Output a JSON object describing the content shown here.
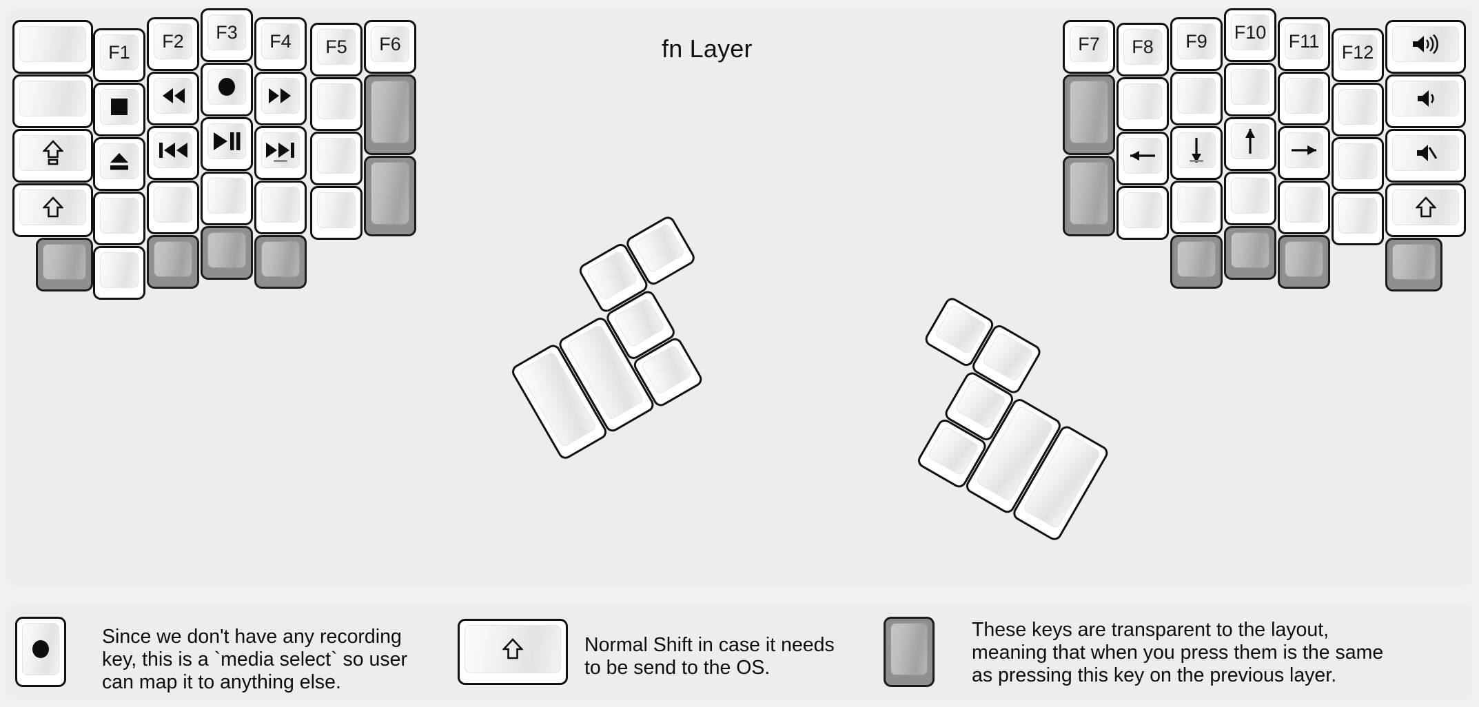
{
  "title": "fn Layer",
  "colors": {
    "background": "#f0f0f0",
    "panel": "#ededed",
    "key_face_light": "#f4f4f4",
    "key_border": "#111111",
    "transparent_key": "#8f8f8f",
    "legend_text": "#0d0d0d"
  },
  "left_half": {
    "columns": [
      {
        "name": "col-pinky-outer",
        "keys": [
          {
            "id": "l-c1-r1",
            "label": "",
            "icon": "",
            "type": "normal"
          },
          {
            "id": "l-c1-r2",
            "label": "",
            "icon": "",
            "type": "normal"
          },
          {
            "id": "l-c1-r3",
            "label": "",
            "icon": "caps-lock-arrow",
            "type": "normal"
          },
          {
            "id": "l-c1-r4",
            "label": "",
            "icon": "shift-arrow",
            "type": "normal"
          },
          {
            "id": "l-c1-r5",
            "label": "",
            "icon": "",
            "type": "transparent"
          }
        ]
      },
      {
        "name": "col-pinky",
        "keys": [
          {
            "id": "l-c2-r1",
            "label": "F1",
            "icon": "",
            "type": "normal"
          },
          {
            "id": "l-c2-r2",
            "label": "",
            "icon": "media-stop",
            "type": "normal"
          },
          {
            "id": "l-c2-r3",
            "label": "",
            "icon": "media-eject",
            "type": "normal"
          },
          {
            "id": "l-c2-r4",
            "label": "",
            "icon": "",
            "type": "normal"
          },
          {
            "id": "l-c2-r5",
            "label": "",
            "icon": "",
            "type": "normal"
          }
        ]
      },
      {
        "name": "col-ring",
        "keys": [
          {
            "id": "l-c3-r1",
            "label": "F2",
            "icon": "",
            "type": "normal"
          },
          {
            "id": "l-c3-r2",
            "label": "",
            "icon": "media-rewind",
            "type": "normal"
          },
          {
            "id": "l-c3-r3",
            "label": "",
            "icon": "media-prev-track",
            "type": "normal"
          },
          {
            "id": "l-c3-r4",
            "label": "",
            "icon": "",
            "type": "normal"
          },
          {
            "id": "l-c3-r5",
            "label": "",
            "icon": "",
            "type": "transparent"
          }
        ]
      },
      {
        "name": "col-middle",
        "keys": [
          {
            "id": "l-c4-r1",
            "label": "F3",
            "icon": "",
            "type": "normal"
          },
          {
            "id": "l-c4-r2",
            "label": "",
            "icon": "media-record",
            "type": "normal"
          },
          {
            "id": "l-c4-r3",
            "label": "",
            "icon": "media-play-pause",
            "type": "normal"
          },
          {
            "id": "l-c4-r4",
            "label": "",
            "icon": "",
            "type": "normal"
          },
          {
            "id": "l-c4-r5",
            "label": "",
            "icon": "",
            "type": "transparent"
          }
        ]
      },
      {
        "name": "col-index",
        "keys": [
          {
            "id": "l-c5-r1",
            "label": "F4",
            "icon": "",
            "type": "normal"
          },
          {
            "id": "l-c5-r2",
            "label": "",
            "icon": "media-fast-forward",
            "type": "normal"
          },
          {
            "id": "l-c5-r3",
            "label": "",
            "icon": "media-next-track",
            "type": "normal",
            "homing": true
          },
          {
            "id": "l-c5-r4",
            "label": "",
            "icon": "",
            "type": "normal"
          },
          {
            "id": "l-c5-r5",
            "label": "",
            "icon": "",
            "type": "transparent"
          }
        ]
      },
      {
        "name": "col-index-inner",
        "keys": [
          {
            "id": "l-c6-r1",
            "label": "F5",
            "icon": "",
            "type": "normal"
          },
          {
            "id": "l-c6-r2",
            "label": "",
            "icon": "",
            "type": "normal"
          },
          {
            "id": "l-c6-r3",
            "label": "",
            "icon": "",
            "type": "normal"
          },
          {
            "id": "l-c6-r4",
            "label": "",
            "icon": "",
            "type": "normal"
          }
        ]
      },
      {
        "name": "col-inner",
        "keys": [
          {
            "id": "l-c7-r1",
            "label": "F6",
            "icon": "",
            "type": "normal"
          },
          {
            "id": "l-c7-r2",
            "label": "",
            "icon": "",
            "type": "transparent",
            "tall": true
          },
          {
            "id": "l-c7-r3",
            "label": "",
            "icon": "",
            "type": "transparent",
            "tall": true
          }
        ]
      }
    ]
  },
  "right_half": {
    "columns": [
      {
        "name": "col-inner",
        "keys": [
          {
            "id": "r-c1-r1",
            "label": "F7",
            "icon": "",
            "type": "normal"
          },
          {
            "id": "r-c1-r2",
            "label": "",
            "icon": "",
            "type": "transparent",
            "tall": true
          },
          {
            "id": "r-c1-r3",
            "label": "",
            "icon": "",
            "type": "transparent",
            "tall": true
          }
        ]
      },
      {
        "name": "col-index-inner",
        "keys": [
          {
            "id": "r-c2-r1",
            "label": "F8",
            "icon": "",
            "type": "normal"
          },
          {
            "id": "r-c2-r2",
            "label": "",
            "icon": "",
            "type": "normal"
          },
          {
            "id": "r-c2-r3",
            "label": "",
            "icon": "arrow-left",
            "type": "normal"
          },
          {
            "id": "r-c2-r4",
            "label": "",
            "icon": "",
            "type": "normal"
          }
        ]
      },
      {
        "name": "col-index",
        "keys": [
          {
            "id": "r-c3-r1",
            "label": "F9",
            "icon": "",
            "type": "normal"
          },
          {
            "id": "r-c3-r2",
            "label": "",
            "icon": "",
            "type": "normal"
          },
          {
            "id": "r-c3-r3",
            "label": "",
            "icon": "arrow-down",
            "type": "normal",
            "homing": true
          },
          {
            "id": "r-c3-r4",
            "label": "",
            "icon": "",
            "type": "normal"
          },
          {
            "id": "r-c3-r5",
            "label": "",
            "icon": "",
            "type": "transparent"
          }
        ]
      },
      {
        "name": "col-middle",
        "keys": [
          {
            "id": "r-c4-r1",
            "label": "F10",
            "icon": "",
            "type": "normal"
          },
          {
            "id": "r-c4-r2",
            "label": "",
            "icon": "",
            "type": "normal"
          },
          {
            "id": "r-c4-r3",
            "label": "",
            "icon": "arrow-up",
            "type": "normal"
          },
          {
            "id": "r-c4-r4",
            "label": "",
            "icon": "",
            "type": "normal"
          },
          {
            "id": "r-c4-r5",
            "label": "",
            "icon": "",
            "type": "transparent"
          }
        ]
      },
      {
        "name": "col-ring",
        "keys": [
          {
            "id": "r-c5-r1",
            "label": "F11",
            "icon": "",
            "type": "normal"
          },
          {
            "id": "r-c5-r2",
            "label": "",
            "icon": "",
            "type": "normal"
          },
          {
            "id": "r-c5-r3",
            "label": "",
            "icon": "arrow-right",
            "type": "normal"
          },
          {
            "id": "r-c5-r4",
            "label": "",
            "icon": "",
            "type": "normal"
          },
          {
            "id": "r-c5-r5",
            "label": "",
            "icon": "",
            "type": "transparent"
          }
        ]
      },
      {
        "name": "col-pinky",
        "keys": [
          {
            "id": "r-c6-r1",
            "label": "F12",
            "icon": "",
            "type": "normal"
          },
          {
            "id": "r-c6-r2",
            "label": "",
            "icon": "",
            "type": "normal"
          },
          {
            "id": "r-c6-r3",
            "label": "",
            "icon": "",
            "type": "normal"
          },
          {
            "id": "r-c6-r4",
            "label": "",
            "icon": "",
            "type": "normal"
          }
        ]
      },
      {
        "name": "col-pinky-outer",
        "keys": [
          {
            "id": "r-c7-r1",
            "label": "",
            "icon": "volume-up",
            "type": "normal"
          },
          {
            "id": "r-c7-r2",
            "label": "",
            "icon": "volume-down",
            "type": "normal"
          },
          {
            "id": "r-c7-r3",
            "label": "",
            "icon": "volume-mute",
            "type": "normal"
          },
          {
            "id": "r-c7-r4",
            "label": "",
            "icon": "shift-arrow",
            "type": "normal"
          },
          {
            "id": "r-c7-r5",
            "label": "",
            "icon": "",
            "type": "transparent"
          }
        ]
      }
    ]
  },
  "left_thumb_cluster": {
    "keys": [
      {
        "id": "lt-1",
        "label": "",
        "icon": "",
        "type": "normal",
        "size": "2u"
      },
      {
        "id": "lt-2",
        "label": "",
        "icon": "",
        "type": "normal",
        "size": "2u"
      },
      {
        "id": "lt-3",
        "label": "",
        "icon": "",
        "type": "normal",
        "size": "1u"
      },
      {
        "id": "lt-4",
        "label": "",
        "icon": "",
        "type": "normal",
        "size": "1u"
      },
      {
        "id": "lt-5",
        "label": "",
        "icon": "",
        "type": "normal",
        "size": "1u"
      },
      {
        "id": "lt-6",
        "label": "",
        "icon": "",
        "type": "normal",
        "size": "1u"
      }
    ]
  },
  "right_thumb_cluster": {
    "keys": [
      {
        "id": "rt-1",
        "label": "",
        "icon": "",
        "type": "normal",
        "size": "2u"
      },
      {
        "id": "rt-2",
        "label": "",
        "icon": "",
        "type": "normal",
        "size": "2u"
      },
      {
        "id": "rt-3",
        "label": "",
        "icon": "",
        "type": "normal",
        "size": "1u"
      },
      {
        "id": "rt-4",
        "label": "",
        "icon": "",
        "type": "normal",
        "size": "1u"
      },
      {
        "id": "rt-5",
        "label": "",
        "icon": "",
        "type": "normal",
        "size": "1u"
      },
      {
        "id": "rt-6",
        "label": "",
        "icon": "",
        "type": "normal",
        "size": "1u"
      }
    ]
  },
  "legend": [
    {
      "id": "legend-record",
      "icon": "media-record",
      "key_type": "normal",
      "text": "Since we don't have any recording\nkey, this is a `media select` so user\ncan map it to anything else."
    },
    {
      "id": "legend-shift",
      "icon": "shift-arrow",
      "key_type": "normal",
      "text": "Normal Shift in case it needs\nto be send to the OS."
    },
    {
      "id": "legend-transparent",
      "icon": "",
      "key_type": "transparent",
      "text": "These keys are transparent to the layout,\nmeaning that when you press them is the same\nas pressing this key on the previous layer."
    }
  ]
}
